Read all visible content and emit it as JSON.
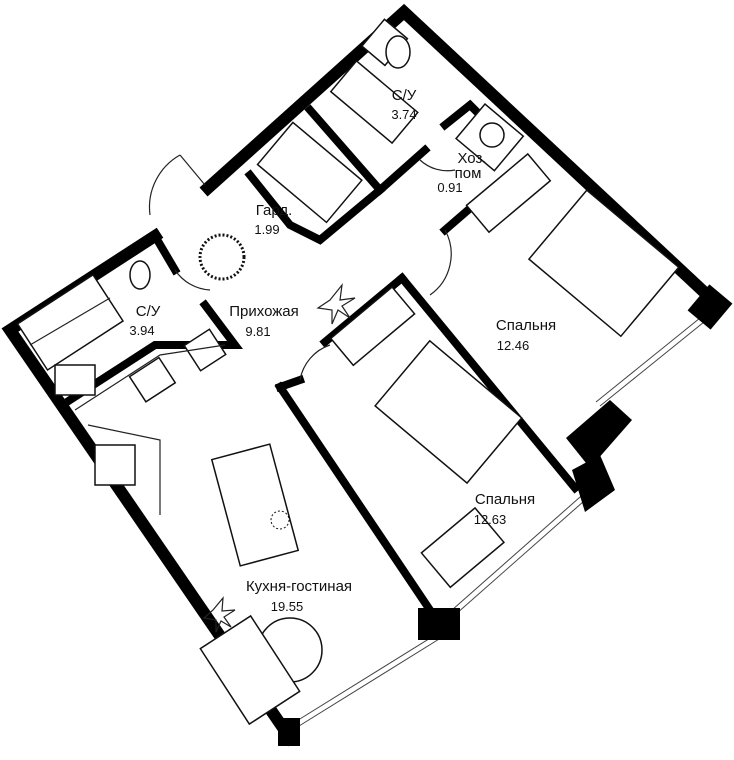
{
  "rooms": {
    "bath_top": {
      "name": "С/У",
      "area": "3.74"
    },
    "utility": {
      "name_line1": "Хоз.",
      "name_line2": "пом",
      "area": "0.91"
    },
    "wardrobe": {
      "name": "Гард.",
      "area": "1.99"
    },
    "bath_left": {
      "name": "С/У",
      "area": "3.94"
    },
    "hallway": {
      "name": "Прихожая",
      "area": "9.81"
    },
    "bedroom1": {
      "name": "Спальня",
      "area": "12.46"
    },
    "bedroom2": {
      "name": "Спальня",
      "area": "12.63"
    },
    "kitchen_living": {
      "name": "Кухня-гостиная",
      "area": "19.55"
    }
  },
  "colors": {
    "wall": "#000000",
    "background": "#ffffff"
  }
}
